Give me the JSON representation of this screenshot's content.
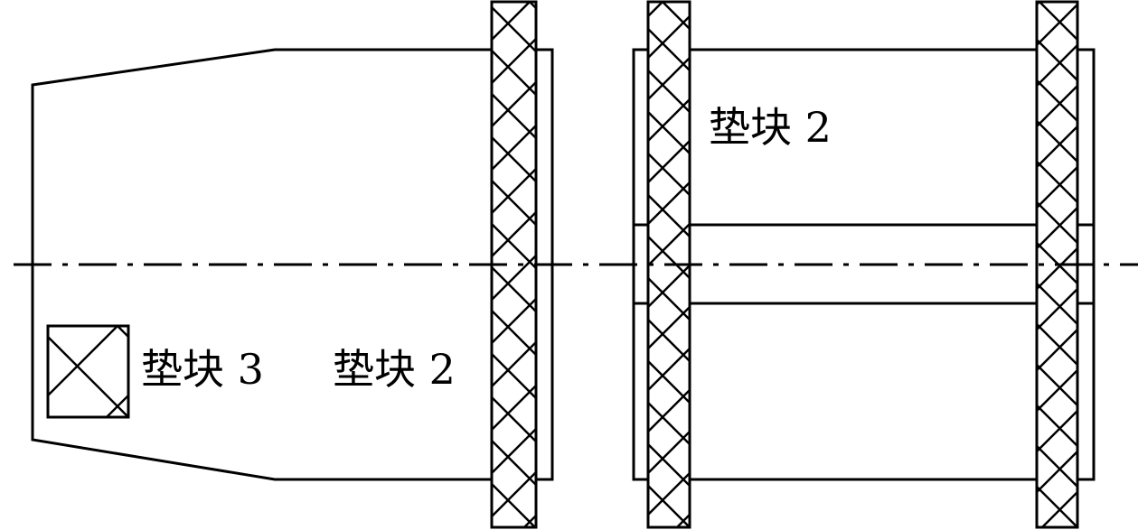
{
  "labels": {
    "legend_label": "垫块 3",
    "left_block_label": "垫块 2",
    "right_block_label": "垫块 2"
  },
  "colors": {
    "stroke": "#000000",
    "background": "#ffffff"
  }
}
